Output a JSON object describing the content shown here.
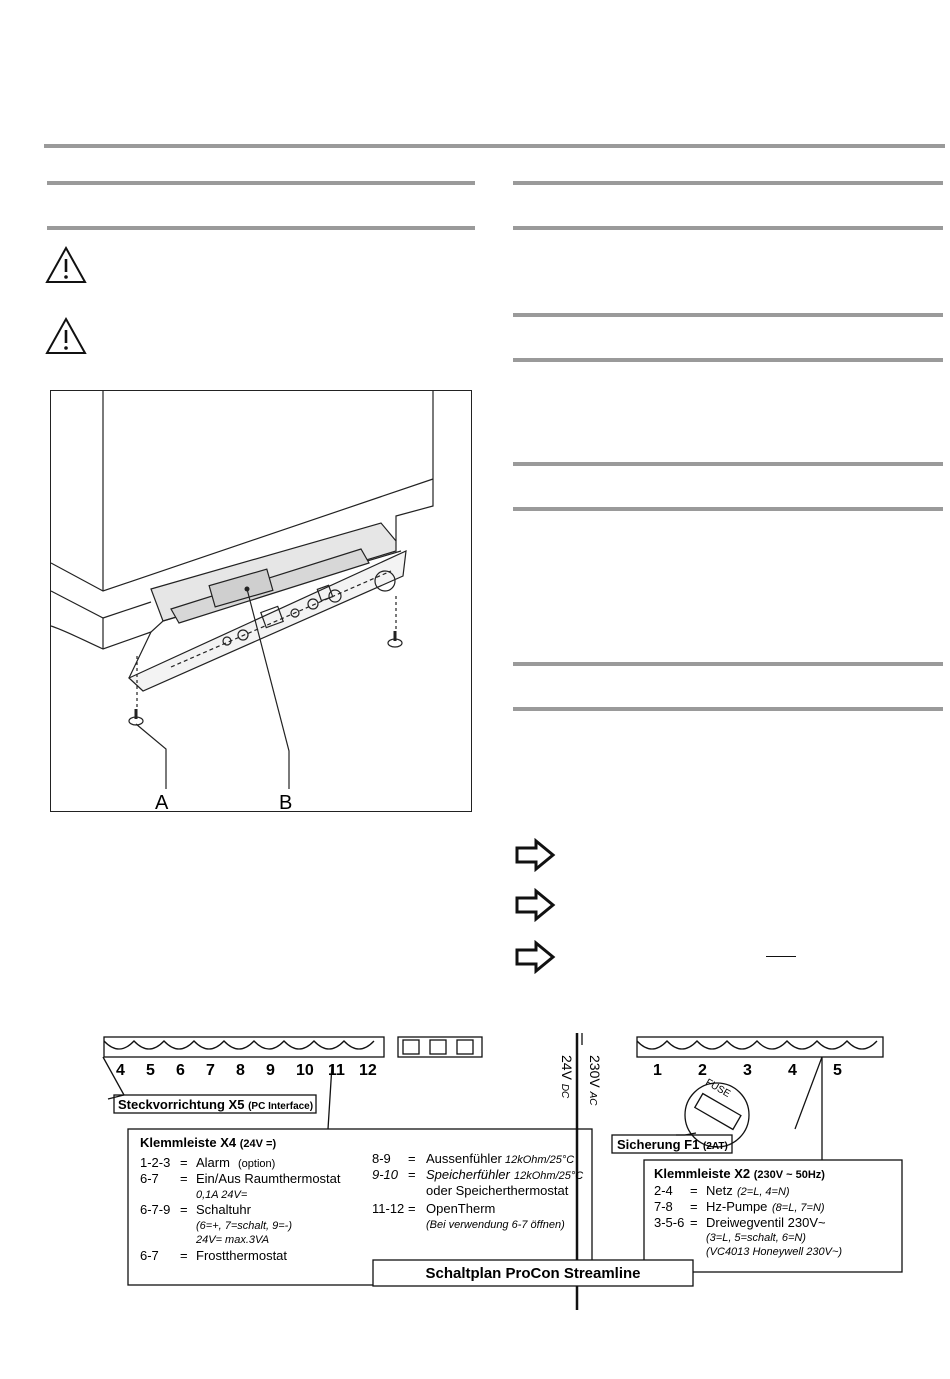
{
  "colors": {
    "rule": "#9a9a9a",
    "ink": "#111111",
    "background": "#ffffff"
  },
  "icons": {
    "warning": "warning-triangle-icon",
    "arrow": "arrow-right-outline-icon"
  },
  "figure": {
    "label_a": "A",
    "label_b": "B"
  },
  "schematic": {
    "x5_terminals": [
      "4",
      "5",
      "6",
      "7",
      "8",
      "9",
      "10",
      "11",
      "12"
    ],
    "x2_terminals": [
      "1",
      "2",
      "3",
      "4",
      "5"
    ],
    "voltage_dc": "24V",
    "voltage_dc_sub": "DC",
    "voltage_ac": "230V",
    "voltage_ac_sub": "AC",
    "fuse_word": "FUSE",
    "x5_label": "Steckvorrichtung X5",
    "x5_label_sub": "(PC Interface)",
    "f1_label": "Sicherung F1",
    "f1_label_sub": "(2AT)",
    "x4": {
      "title": "Klemmleiste X4",
      "title_sub": "(24V =)",
      "left_rows": [
        {
          "code": "1-2-3",
          "eq": "=",
          "desc": "Alarm",
          "note": "(option)"
        },
        {
          "code": "6-7",
          "eq": "=",
          "desc": "Ein/Aus Raumthermostat",
          "note": ""
        },
        {
          "code": "",
          "eq": "",
          "desc": "0,1A  24V=",
          "note": ""
        },
        {
          "code": "6-7-9",
          "eq": "=",
          "desc": "Schaltuhr",
          "note": ""
        },
        {
          "code": "",
          "eq": "",
          "desc": "(6=+, 7=schalt, 9=-)",
          "note": ""
        },
        {
          "code": "",
          "eq": "",
          "desc": "24V= max.3VA",
          "note": ""
        },
        {
          "code": "6-7",
          "eq": "=",
          "desc": "Frostthermostat",
          "note": ""
        }
      ],
      "right_rows": [
        {
          "code": "8-9",
          "eq": "=",
          "desc": "Aussenfühler",
          "note": "12kOhm/25°C"
        },
        {
          "code": "9-10",
          "eq": "=",
          "desc": "Speicherfühler",
          "note": "12kOhm/25°C"
        },
        {
          "code": "",
          "eq": "",
          "desc": "oder Speicherthermostat",
          "note": ""
        },
        {
          "code": "11-12",
          "eq": "=",
          "desc": "OpenTherm",
          "note": ""
        },
        {
          "code": "",
          "eq": "",
          "desc": "(Bei verwendung 6-7 öffnen)",
          "note": ""
        }
      ]
    },
    "x2": {
      "title": "Klemmleiste X2",
      "title_sub": "(230V ~ 50Hz)",
      "rows": [
        {
          "code": "2-4",
          "eq": "=",
          "desc": "Netz",
          "note": "(2=L, 4=N)"
        },
        {
          "code": "7-8",
          "eq": "=",
          "desc": "Hz-Pumpe",
          "note": "(8=L, 7=N)"
        },
        {
          "code": "3-5-6",
          "eq": "=",
          "desc": "Dreiwegventil 230V~",
          "note": ""
        },
        {
          "code": "",
          "eq": "",
          "desc": "(3=L, 5=schalt, 6=N)",
          "note": ""
        },
        {
          "code": "",
          "eq": "",
          "desc": "(VC4013 Honeywell 230V~)",
          "note": ""
        }
      ]
    },
    "title": "Schaltplan ProCon Streamline"
  }
}
